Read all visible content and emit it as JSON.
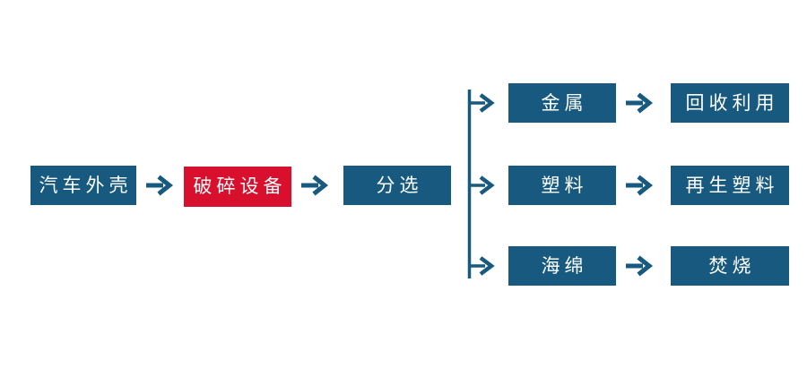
{
  "palette": {
    "node_blue": "#17597F",
    "node_red": "#D8102E",
    "node_text": "#FFFFFF",
    "connector": "#17597F",
    "background": "#FFFFFF"
  },
  "flow": {
    "main_nodes": [
      {
        "label": "汽车外壳",
        "color": "blue"
      },
      {
        "label": "破碎设备",
        "color": "red"
      },
      {
        "label": "分选",
        "color": "blue"
      }
    ],
    "branches": [
      {
        "material": "金属",
        "outcome": "回收利用"
      },
      {
        "material": "塑料",
        "outcome": "再生塑料"
      },
      {
        "material": "海绵",
        "outcome": "焚烧"
      }
    ]
  }
}
